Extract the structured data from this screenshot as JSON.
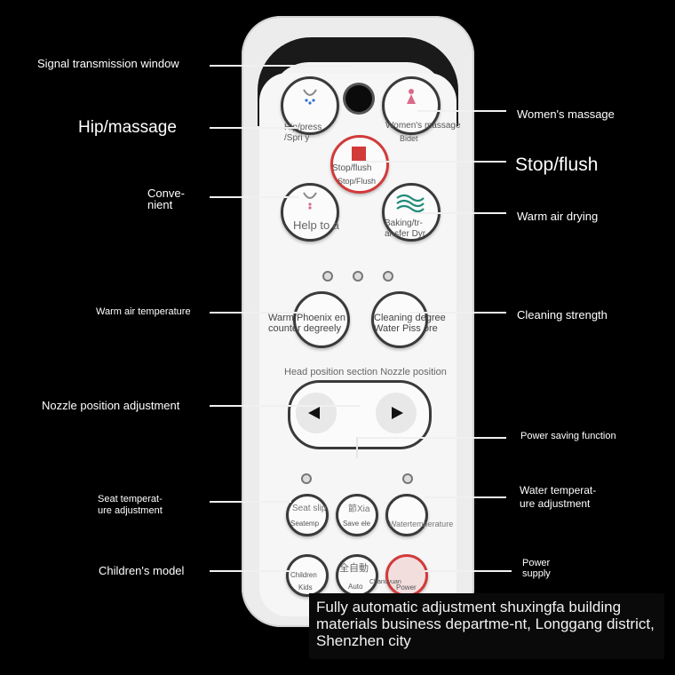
{
  "labels": {
    "signal": "Signal transmission window",
    "hip_massage": "Hip/massage",
    "womens_massage": "Women's massage",
    "stop_flush": "Stop/flush",
    "convenient": "Conve-\nnient",
    "warm_air_drying": "Warm air drying",
    "warm_air_temperature": "Warm air temperature",
    "cleaning_strength": "Cleaning strength",
    "nozzle_position": "Nozzle position adjustment",
    "power_saving": "Power saving function",
    "seat_temperature": "Seat temperat-\nure adjustment",
    "water_temperature": "Water temperat-\nure adjustment",
    "childrens_model": "Children's model",
    "power_supply": "Power\nsupply"
  },
  "buttons": {
    "hip": "Hip/press\n/Spri y",
    "women": "Women's massage",
    "women_sub": "Bidet",
    "stop": "Stop/flush",
    "stop_sub": "Stop/Flush",
    "help": "Help to a",
    "baking": "Baking/tr-\nansfer Dyr",
    "warm_phoenix": "Warm Phoenix en\ncounter degreely",
    "cleaning_degree": "Cleaning degree\nWater Piss ore",
    "head_section": "Head position section Nozzle position",
    "seat_slip": "Seat slip",
    "seat_sub": "Seatemp",
    "save_xia": "節Xia",
    "save_sub": "Save ele",
    "water_temp": "Watertemperature",
    "children": "Children",
    "children_sub": "Kids",
    "auto_cn": "全自動",
    "auto": "Auto",
    "power_cn": "Chanuyuan",
    "power": "Power"
  },
  "caption": "Fully automatic adjustment shuxingfa building materials business departme-nt, Longgang district, Shenzhen city",
  "colors": {
    "background": "#000000",
    "remote": "#ececec",
    "accent_red": "#d23a3a",
    "icon_blue": "#2f6ed8",
    "icon_teal": "#1e8a7a",
    "icon_pink": "#d86a8a"
  }
}
